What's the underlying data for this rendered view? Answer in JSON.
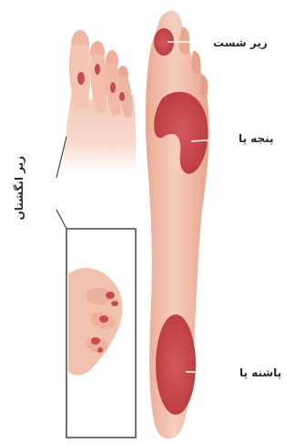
{
  "labels": {
    "under_big_toe": "زیر شست",
    "ball_of_foot": "پنجه پا",
    "heel": "پاشنه پا",
    "under_toes": "زیر انگشتان"
  },
  "colors": {
    "skin_light": "#f7d6c6",
    "skin_mid": "#eeb39c",
    "skin_dark": "#d9876d",
    "pressure_zone": "#c74a4d",
    "pressure_zone_edge": "#a33236",
    "leader_line": "#ffffff",
    "callout_line": "#444444"
  }
}
